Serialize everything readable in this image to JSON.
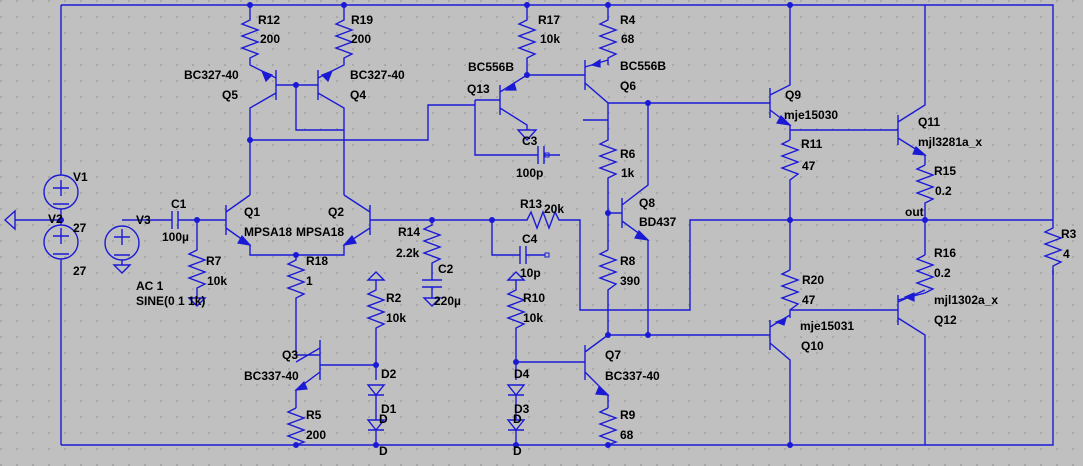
{
  "schematic": {
    "components": [
      {
        "ref": "R12",
        "value": "200"
      },
      {
        "ref": "R19",
        "value": "200"
      },
      {
        "ref": "R17",
        "value": "10k"
      },
      {
        "ref": "R4",
        "value": "68"
      },
      {
        "ref": "Q5",
        "value": "BC327-40"
      },
      {
        "ref": "Q4",
        "value": "BC327-40"
      },
      {
        "ref": "Q13",
        "value": "BC556B"
      },
      {
        "ref": "Q6",
        "value": "BC556B"
      },
      {
        "ref": "Q9",
        "value": "mje15030"
      },
      {
        "ref": "Q11",
        "value": "mjl3281a_x"
      },
      {
        "ref": "C3",
        "value": "100p"
      },
      {
        "ref": "R6",
        "value": "1k"
      },
      {
        "ref": "R11",
        "value": "47"
      },
      {
        "ref": "R15",
        "value": "0.2"
      },
      {
        "ref": "V1",
        "value": "27"
      },
      {
        "ref": "V2",
        "value": "27"
      },
      {
        "ref": "C1",
        "value": "100µ"
      },
      {
        "ref": "V3",
        "value": ""
      },
      {
        "ref": "Q1",
        "value": "MPSA18"
      },
      {
        "ref": "Q2",
        "value": "MPSA18"
      },
      {
        "ref": "R13",
        "value": "20k"
      },
      {
        "ref": "R14",
        "value": "2.2k"
      },
      {
        "ref": "Q8",
        "value": "BD437"
      },
      {
        "ref": "R3",
        "value": "4"
      },
      {
        "ref": "C4",
        "value": "10p"
      },
      {
        "ref": "C2",
        "value": "220µ"
      },
      {
        "ref": "R7",
        "value": "10k"
      },
      {
        "ref": "R18",
        "value": "1"
      },
      {
        "ref": "R8",
        "value": "390"
      },
      {
        "ref": "R16",
        "value": "0.2"
      },
      {
        "ref": "R20",
        "value": "47"
      },
      {
        "ref": "R2",
        "value": "10k"
      },
      {
        "ref": "R10",
        "value": "10k"
      },
      {
        "ref": "Q12",
        "value": "mjl1302a_x"
      },
      {
        "ref": "Q10",
        "value": "mje15031"
      },
      {
        "ref": "Q3",
        "value": "BC337-40"
      },
      {
        "ref": "Q7",
        "value": "BC337-40"
      },
      {
        "ref": "R5",
        "value": "200"
      },
      {
        "ref": "R9",
        "value": "68"
      },
      {
        "ref": "D2",
        "value": ""
      },
      {
        "ref": "D1",
        "value": ""
      },
      {
        "ref": "D4",
        "value": ""
      },
      {
        "ref": "D3",
        "value": ""
      }
    ],
    "source_lines": [
      "AC 1",
      "SINE(0 1 1k)"
    ],
    "net_labels": [
      "out",
      "D",
      "D",
      "D",
      "D"
    ],
    "colors": {
      "background": "#c0c0c0",
      "wire": "#1a1ad6",
      "text": "#000000"
    }
  }
}
